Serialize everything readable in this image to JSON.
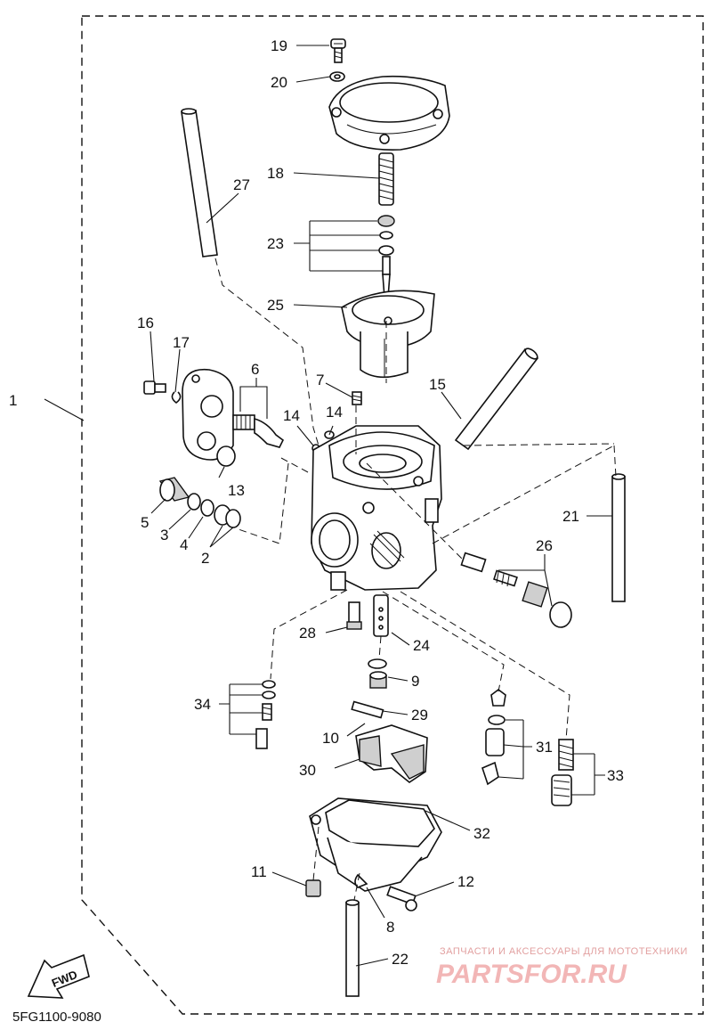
{
  "callouts": {
    "c1": "1",
    "c2": "2",
    "c3": "3",
    "c4": "4",
    "c5": "5",
    "c6": "6",
    "c7": "7",
    "c8": "8",
    "c9": "9",
    "c10": "10",
    "c11": "11",
    "c12": "12",
    "c13": "13",
    "c14a": "14",
    "c14b": "14",
    "c15": "15",
    "c16": "16",
    "c17": "17",
    "c18": "18",
    "c19": "19",
    "c20": "20",
    "c21": "21",
    "c22": "22",
    "c23": "23",
    "c24": "24",
    "c25": "25",
    "c26": "26",
    "c27": "27",
    "c28": "28",
    "c29": "29",
    "c30": "30",
    "c31": "31",
    "c32": "32",
    "c33": "33",
    "c34": "34"
  },
  "direction_label": "FWD",
  "diagram_code": "5FG1100-9080",
  "watermark": {
    "tagline": "ЗАПЧАСТИ И АКСЕССУАРЫ ДЛЯ МОТОТЕХНИКИ",
    "brand": "PARTSFOR.RU"
  }
}
